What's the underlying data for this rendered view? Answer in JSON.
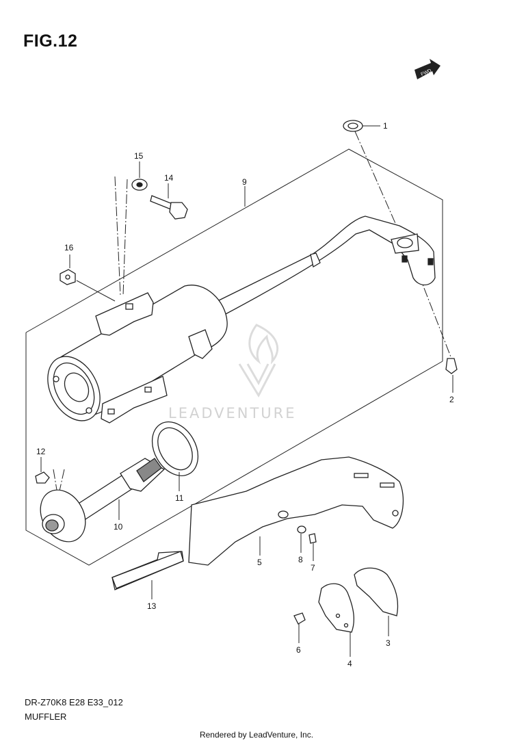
{
  "figure": {
    "title": "FIG.12",
    "code": "DR-Z70K8 E28 E33_012",
    "name": "MUFFLER",
    "footer": "Rendered by LeadVenture, Inc.",
    "watermark": "LEADVENTURE",
    "fwd_badge": "FWD"
  },
  "parts": [
    {
      "number": "1"
    },
    {
      "number": "2"
    },
    {
      "number": "3"
    },
    {
      "number": "4"
    },
    {
      "number": "5"
    },
    {
      "number": "6"
    },
    {
      "number": "7"
    },
    {
      "number": "8"
    },
    {
      "number": "9"
    },
    {
      "number": "10"
    },
    {
      "number": "11"
    },
    {
      "number": "12"
    },
    {
      "number": "13"
    },
    {
      "number": "14"
    },
    {
      "number": "15"
    },
    {
      "number": "16"
    }
  ]
}
